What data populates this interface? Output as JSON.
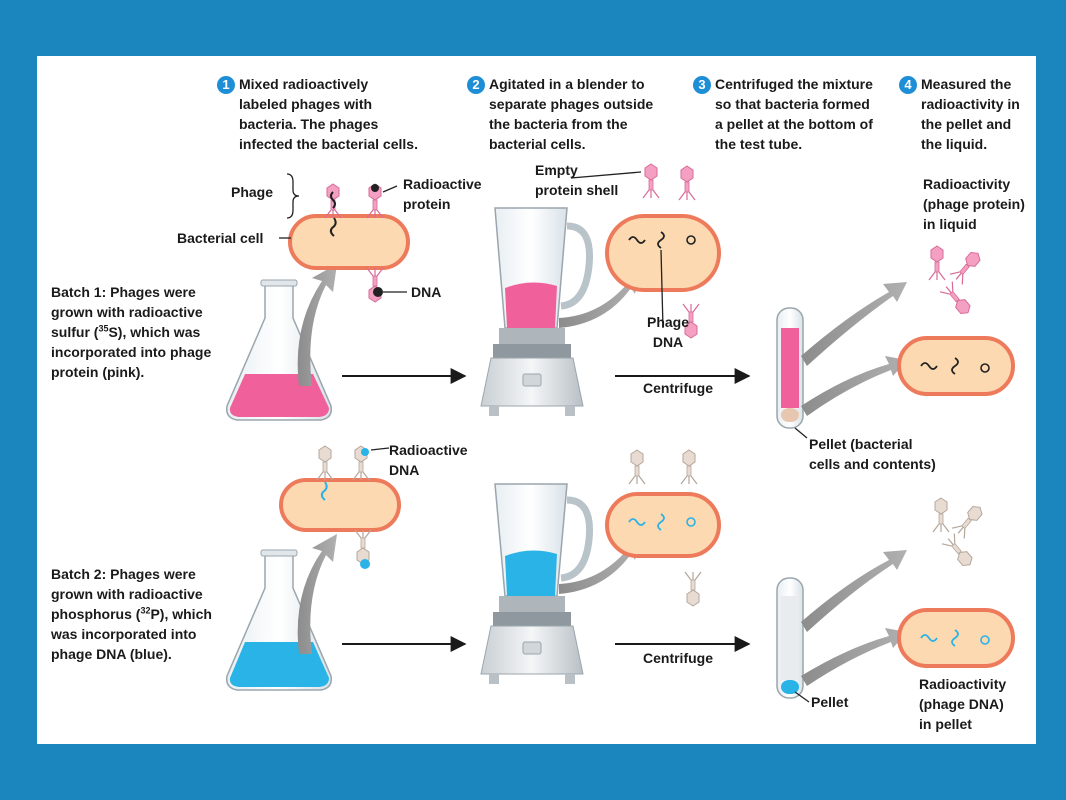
{
  "steps": [
    {
      "num": "1",
      "text": "Mixed radioactively\nlabeled phages with\nbacteria. The phages\ninfected the bacterial cells."
    },
    {
      "num": "2",
      "text": "Agitated in a blender to\nseparate phages outside\nthe bacteria from the\nbacterial cells."
    },
    {
      "num": "3",
      "text": "Centrifuged the mixture\nso that bacteria formed\na pellet at the bottom of\nthe test tube."
    },
    {
      "num": "4",
      "text": "Measured the\nradioactivity in\nthe pellet and\nthe liquid."
    }
  ],
  "labels": {
    "phage": "Phage",
    "radioactive_protein": "Radioactive\nprotein",
    "bacterial_cell": "Bacterial cell",
    "dna": "DNA",
    "empty_shell": "Empty\nprotein shell",
    "phage_dna": "Phage\nDNA",
    "radioactive_dna": "Radioactive\nDNA",
    "centrifuge_1": "Centrifuge",
    "centrifuge_2": "Centrifuge",
    "pellet_1": "Pellet (bacterial\ncells and contents)",
    "pellet_2": "Pellet",
    "result_1": "Radioactivity\n(phage protein)\nin liquid",
    "result_2": "Radioactivity\n(phage DNA)\nin pellet"
  },
  "batch1": {
    "line1": "Batch 1: Phages were",
    "line2": "grown with radioactive",
    "line3a": "sulfur (",
    "sup": "35",
    "line3b": "S), which was",
    "line4": "incorporated into phage",
    "line5": "protein (pink)."
  },
  "batch2": {
    "line1": "Batch 2: Phages were",
    "line2": "grown with radioactive",
    "line3a": "phosphorus (",
    "sup": "32",
    "line3b": "P), which",
    "line4": "was incorporated into",
    "line5": "phage DNA (blue)."
  },
  "colors": {
    "background": "#1b86bd",
    "pink": "#f0609a",
    "blue": "#29b3e6",
    "cell": "#fcd9b0",
    "cell_border": "#ee7a5c"
  }
}
